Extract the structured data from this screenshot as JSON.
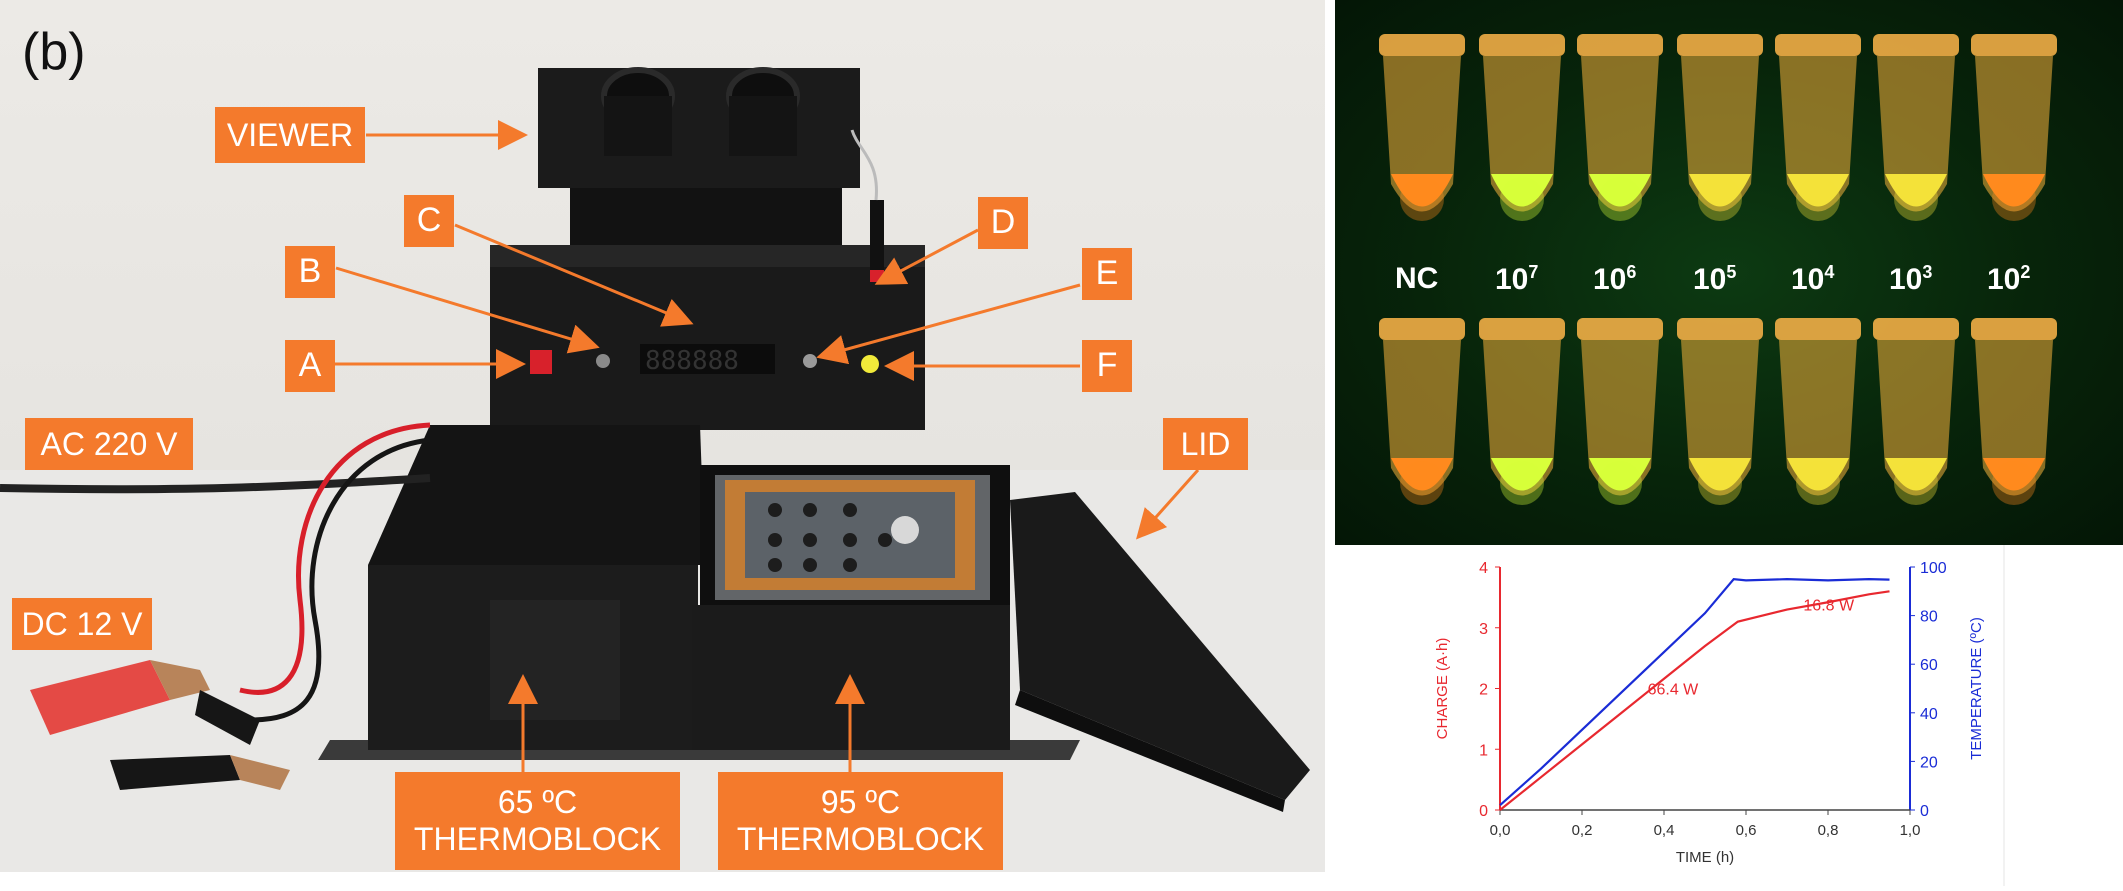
{
  "panel_label": "(b)",
  "device_labels": {
    "viewer": "VIEWER",
    "a": "A",
    "b": "B",
    "c": "C",
    "d": "D",
    "e": "E",
    "f": "F",
    "ac": "AC 220 V",
    "dc": "DC 12 V",
    "lid": "LID",
    "block65_line1": "65 ºC",
    "block65_line2": "THERMOBLOCK",
    "block95_line1": "95 ºC",
    "block95_line2": "THERMOBLOCK"
  },
  "tube_panel": {
    "labels": [
      {
        "base": "NC",
        "exp": ""
      },
      {
        "base": "10",
        "exp": "7"
      },
      {
        "base": "10",
        "exp": "6"
      },
      {
        "base": "10",
        "exp": "5"
      },
      {
        "base": "10",
        "exp": "4"
      },
      {
        "base": "10",
        "exp": "3"
      },
      {
        "base": "10",
        "exp": "2"
      }
    ],
    "colors": {
      "orange": "#ff8a1e",
      "green": "#d8ff3a",
      "yellow": "#f4e23a"
    }
  },
  "colors": {
    "tag_orange": "#f47a2c",
    "charge_red": "#e8282f",
    "temp_blue": "#1a2cd6"
  },
  "chart_data": {
    "type": "line",
    "xlabel": "TIME (h)",
    "ylabel": "CHARGE (A·h)",
    "y2label": "TEMPERATURE (ºC)",
    "xlim": [
      0,
      1.0
    ],
    "ylim": [
      0,
      4
    ],
    "y2lim": [
      0,
      100
    ],
    "x_ticks": [
      "0,0",
      "0,2",
      "0,4",
      "0,6",
      "0,8",
      "1,0"
    ],
    "y_ticks": [
      "0",
      "1",
      "2",
      "3",
      "4"
    ],
    "y2_ticks": [
      "0",
      "20",
      "40",
      "60",
      "80",
      "100"
    ],
    "series": [
      {
        "axis": "left",
        "color": "#e8282f",
        "x": [
          0.0,
          0.1,
          0.2,
          0.3,
          0.4,
          0.5,
          0.58,
          0.7,
          0.8,
          0.9,
          0.95
        ],
        "y": [
          0.0,
          0.54,
          1.08,
          1.62,
          2.16,
          2.7,
          3.1,
          3.3,
          3.42,
          3.55,
          3.6
        ]
      },
      {
        "axis": "right",
        "color": "#1a2cd6",
        "x": [
          0.0,
          0.1,
          0.2,
          0.3,
          0.4,
          0.5,
          0.57,
          0.6,
          0.7,
          0.8,
          0.9,
          0.95
        ],
        "y": [
          2,
          17,
          33,
          49,
          65,
          81,
          95,
          94.5,
          95,
          94.5,
          95,
          94.8
        ]
      }
    ],
    "annotations": [
      {
        "text": "66.4 W",
        "x": 0.36,
        "y": 1.9,
        "color": "#e8282f"
      },
      {
        "text": "16.8 W",
        "x": 0.74,
        "y": 3.28,
        "color": "#e8282f"
      }
    ]
  }
}
